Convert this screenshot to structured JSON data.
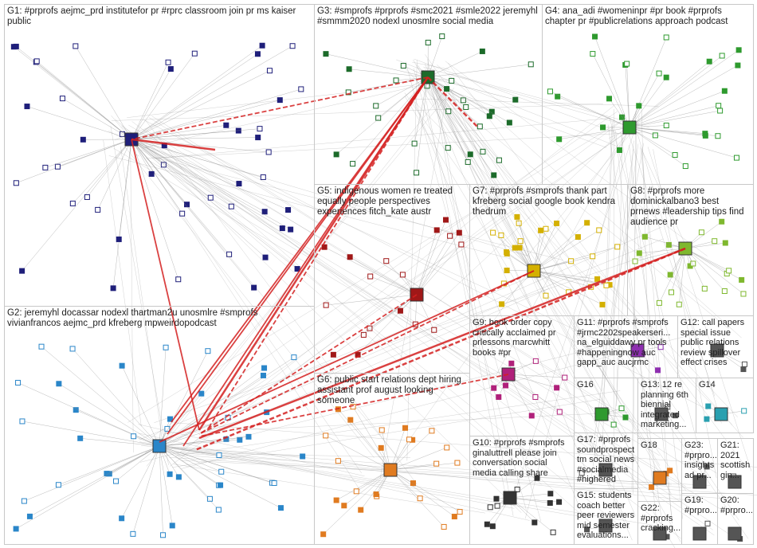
{
  "groups": [
    {
      "id": "G1",
      "label": "G1: #prprofs aejmc_prd institutefor pr #rprc classroom join pr ms kaiser public",
      "color": "#1f1f7a"
    },
    {
      "id": "G2",
      "label": "G2: jeremyhl docassar nodexl thartman2u unosmlre #smprofs vivianfrancos aejmc_prd kfreberg mpweirdopodcast",
      "color": "#2a86c9"
    },
    {
      "id": "G3",
      "label": "G3: #smprofs #prprofs #smc2021 #smle2022 jeremyhl #smmm2020 nodexl unosmlre social media",
      "color": "#1c6b2a"
    },
    {
      "id": "G4",
      "label": "G4: ana_adi #womeninpr #pr book #prprofs chapter pr #publicrelations approach podcast",
      "color": "#2e9a2e"
    },
    {
      "id": "G5",
      "label": "G5: indigenous women re treated equally people perspectives experiences fitch_kate austr",
      "color": "#a01818"
    },
    {
      "id": "G6",
      "label": "G6: public start relations dept hiring assistant prof august looking someone",
      "color": "#e07b20"
    },
    {
      "id": "G7",
      "label": "G7: #prprofs #smprofs thank part kfreberg social google book kendra thedrum",
      "color": "#d4b000"
    },
    {
      "id": "G8",
      "label": "G8: #prprofs more dominickalbano3 best prnews #leadership tips find audience pr",
      "color": "#7fb82e"
    },
    {
      "id": "G9",
      "label": "G9: book order copy critically acclaimed pr prlessons marcwhitt books #pr",
      "color": "#b0207a"
    },
    {
      "id": "G10",
      "label": "G10: #prprofs #smprofs ginaluttrell please join conversation social media calling share",
      "color": "#333333"
    },
    {
      "id": "G11",
      "label": "G11: #prprofs #smprofs #jrmc2202speakerseri... na_elguiddawy pr tools #happeningnow auc gapp_auc aucjrmc",
      "color": "#8e2fb0"
    },
    {
      "id": "G12",
      "label": "G12: call papers special issue public relations review spillover effect crises",
      "color": "#555555"
    },
    {
      "id": "G13",
      "label": "G13: 12 re planning 6th biennial integrated marketing...",
      "color": "#555555"
    },
    {
      "id": "G14",
      "label": "G14",
      "color": "#2aa0b0"
    },
    {
      "id": "G15",
      "label": "G15: students coach better peer reviewers mid semester evaluations...",
      "color": "#555555"
    },
    {
      "id": "G16",
      "label": "G16",
      "color": "#2e9a2e"
    },
    {
      "id": "G17",
      "label": "G17: #prprofs soundprospect tm social news #socialmedia #highered",
      "color": "#555555"
    },
    {
      "id": "G18",
      "label": "G18",
      "color": "#e07b20"
    },
    {
      "id": "G19",
      "label": "G19: #prpro...",
      "color": "#555555"
    },
    {
      "id": "G20",
      "label": "G20: #prpro...",
      "color": "#555555"
    },
    {
      "id": "G21",
      "label": "G21: 2021 scottish gin...",
      "color": "#555555"
    },
    {
      "id": "G22",
      "label": "G22: #prprofs cracking...",
      "color": "#555555"
    },
    {
      "id": "G23",
      "label": "G23: #prpro... insights ad pr...",
      "color": "#555555"
    }
  ]
}
